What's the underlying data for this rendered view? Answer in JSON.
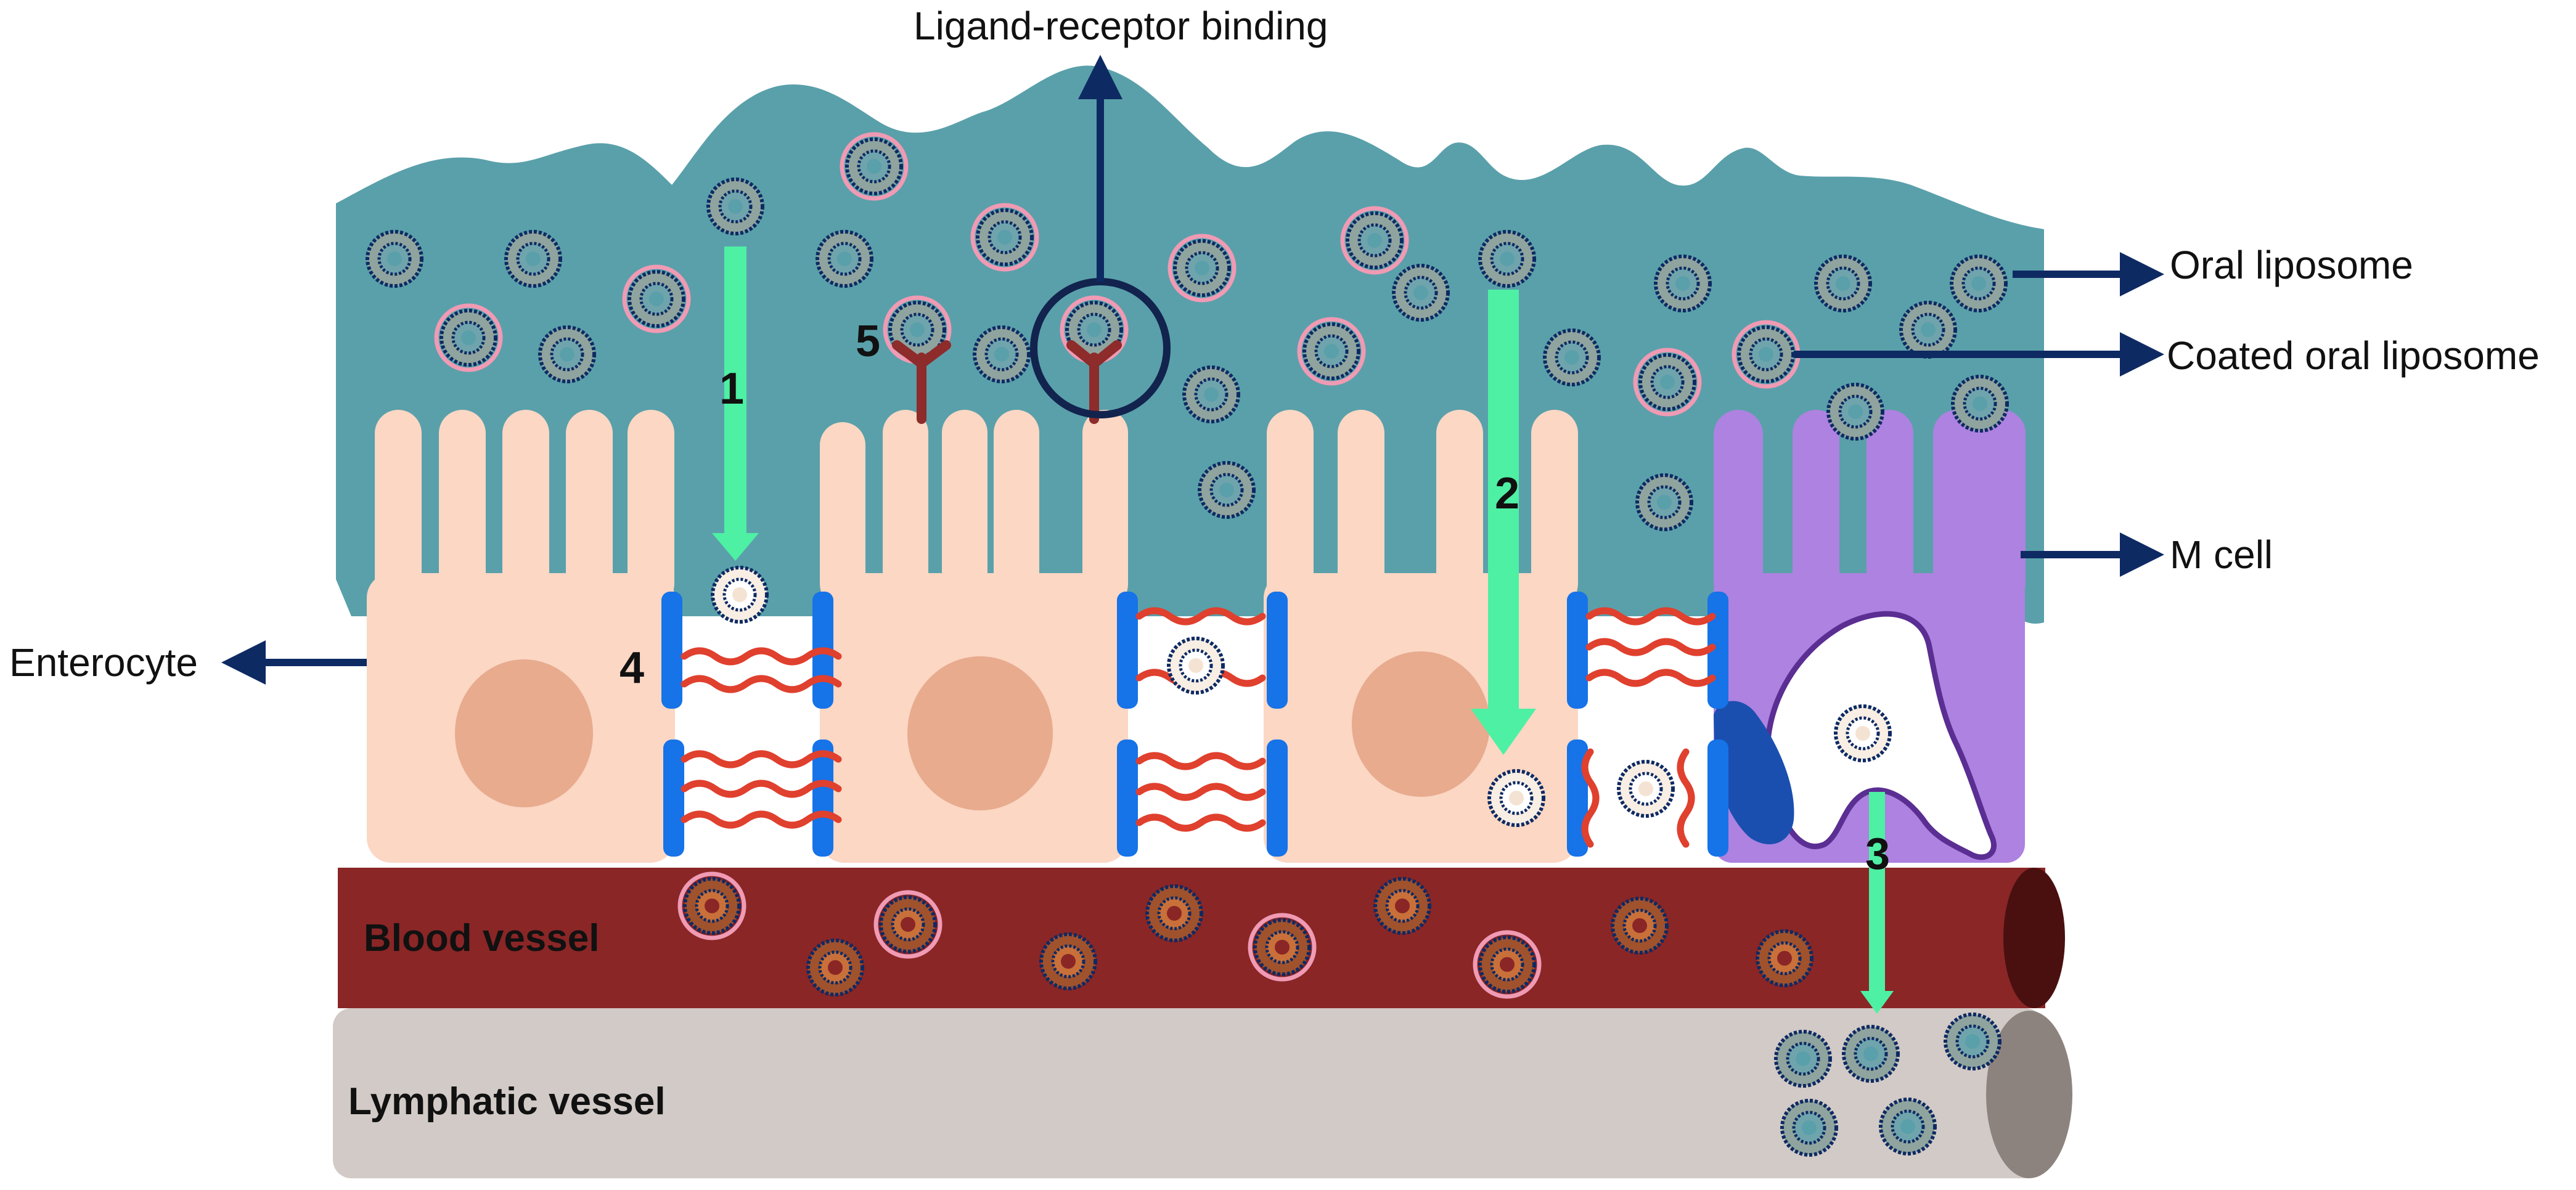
{
  "labels": {
    "ligand": "Ligand-receptor binding",
    "oral_liposome": "Oral liposome",
    "coated_oral_liposome": "Coated oral liposome",
    "m_cell": "M cell",
    "enterocyte": "Enterocyte",
    "blood_vessel": "Blood vessel",
    "lymphatic_vessel": "Lymphatic vessel"
  },
  "pathway_numbers": [
    "1",
    "2",
    "3",
    "4",
    "5"
  ],
  "colors": {
    "lumen": "#5aa0aa",
    "enterocyte": "#fbd7c4",
    "nucleus": "#e8ab8e",
    "m_cell": "#ad82e0",
    "blood": "#8a2626",
    "lymph": "#d2cac6",
    "arrow": "#4ef0a4",
    "navy": "#0e2a63",
    "junction_blue": "#1673e8",
    "junction_red": "#e0402e",
    "receptor": "#8e2b2b",
    "coat_pink": "#f09ab4"
  },
  "legend_icons": [
    "liposome-icon",
    "coated-liposome-icon",
    "receptor-icon"
  ]
}
